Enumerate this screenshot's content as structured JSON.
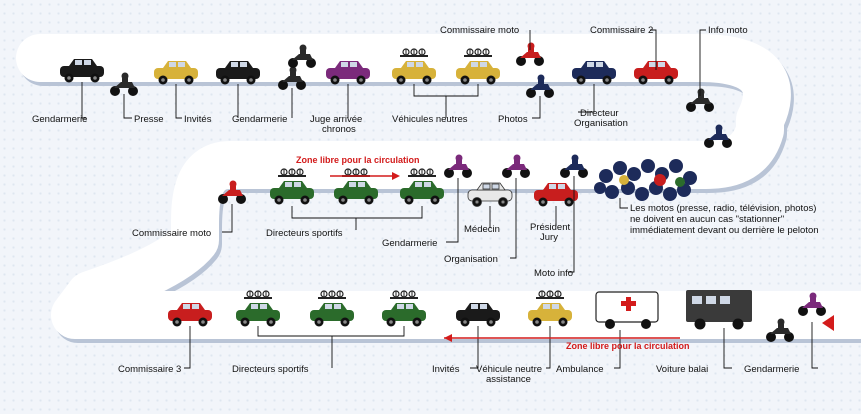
{
  "diagram": {
    "colors": {
      "road": "#ffffff",
      "road_shadow": "#b9c4d6",
      "car_yellow": "#d7b23a",
      "car_green": "#2b6b2b",
      "car_red": "#c81e1e",
      "car_purple": "#7b2a7b",
      "car_navy": "#1d2b5a",
      "car_black": "#1a1a1a",
      "car_white": "#e8e8e8",
      "accent_red": "#d31b1b",
      "connector": "#111111"
    },
    "row1": {
      "labels": [
        "Gendarmerie",
        "Presse",
        "Invités",
        "Gendarmerie",
        "Juge arrivée",
        "chronos",
        "Véhicules neutres",
        "Photos",
        "Directeur",
        "Organisation"
      ],
      "top_labels": [
        "Commissaire moto",
        "Commissaire 2",
        "Info moto"
      ]
    },
    "row2": {
      "zone_label": "Zone libre pour la circulation",
      "labels": [
        "Commissaire moto",
        "Directeurs sportifs",
        "Gendarmerie",
        "Médecin",
        "Organisation",
        "Président",
        "Jury",
        "Moto info"
      ],
      "note": [
        "Les motos (presse, radio, télévision, photos)",
        "ne doivent en aucun cas \"stationner\"",
        "immédiatement devant ou derrière le peloton"
      ]
    },
    "row3": {
      "zone_label": "Zone libre pour la circulation",
      "labels": [
        "Commissaire 3",
        "Directeurs sportifs",
        "Invités",
        "Véhicule neutre",
        "assistance",
        "Ambulance",
        "Voiture balai",
        "Gendarmerie"
      ]
    }
  }
}
